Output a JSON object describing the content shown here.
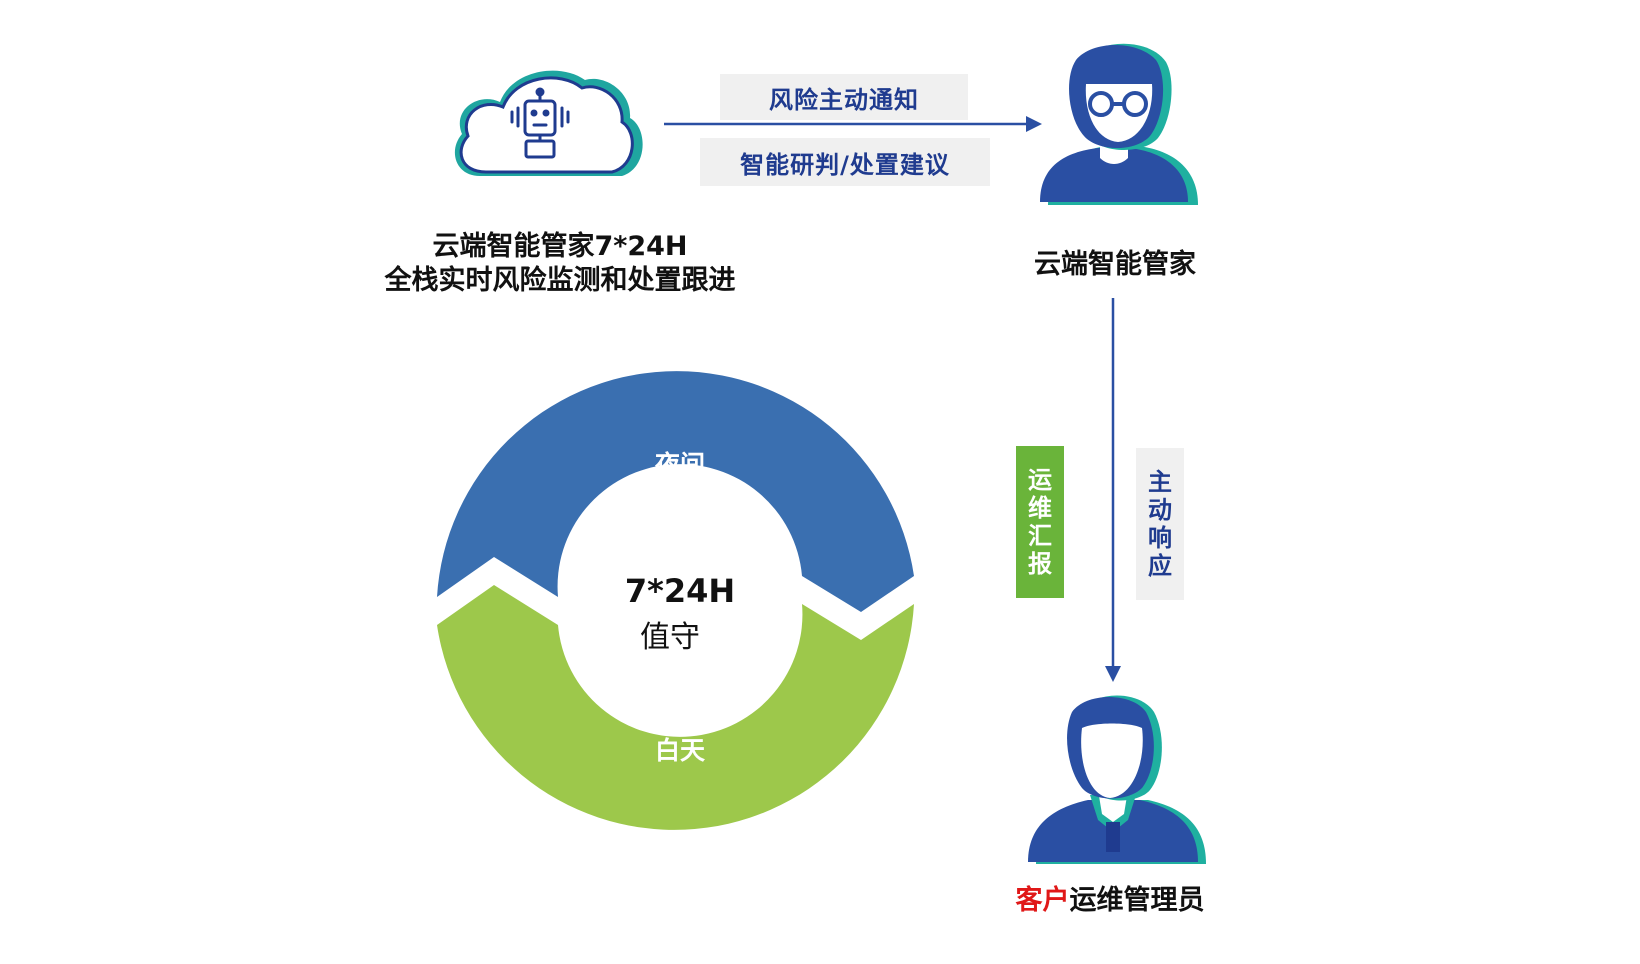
{
  "diagram": {
    "cloud_caption_line1": "云端智能管家7*24H",
    "cloud_caption_line2": "全栈实时风险监测和处置跟进",
    "notify_label": "风险主动通知",
    "advice_label": "智能研判/处置建议",
    "butler_caption": "云端智能管家",
    "ops_report_chars": [
      "运",
      "维",
      "汇",
      "报"
    ],
    "active_response_chars": [
      "主",
      "动",
      "响",
      "应"
    ],
    "customer_word": "客户",
    "admin_word": "运维管理员",
    "cycle": {
      "night_label": "夜间",
      "day_label": "白天",
      "center_line1": "7*24H",
      "center_line2": "值守"
    },
    "colors": {
      "dark_blue": "#1f3b8f",
      "night_blue": "#3a6fb0",
      "day_green": "#9dc84b",
      "report_green": "#6ab43a",
      "accent_teal": "#1fb0a0",
      "customer_red": "#e01818"
    },
    "icons": {
      "cloud": "cloud-robot-icon",
      "butler": "butler-avatar-icon",
      "admin": "admin-avatar-icon"
    }
  }
}
